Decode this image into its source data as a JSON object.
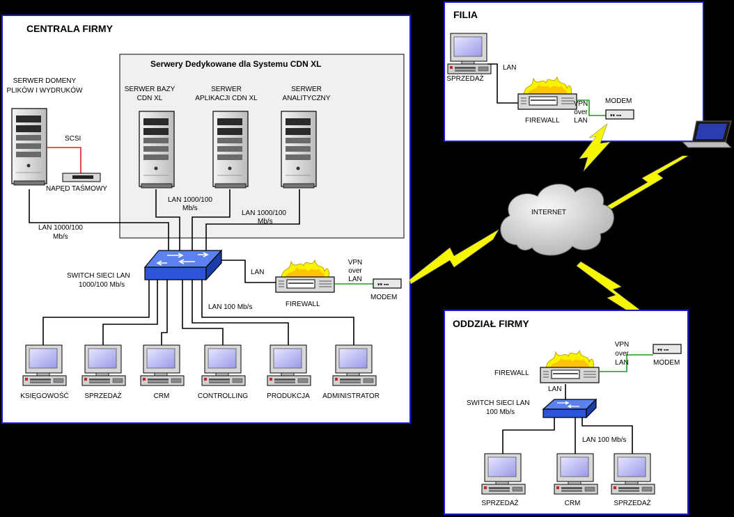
{
  "hq": {
    "title": "CENTRALA FIRMY",
    "dedicated_title": "Serwery Dedykowane dla Systemu  CDN XL",
    "domain_server": [
      "SERWER DOMENY",
      "PLIKÓW I WYDRUKÓW"
    ],
    "db_server": [
      "SERWER BAZY",
      "CDN XL"
    ],
    "app_server": [
      "SERWER",
      "APLIKACJI CDN XL"
    ],
    "analytic_server": [
      "SERWER",
      "ANALITYCZNY"
    ],
    "scsi": "SCSI",
    "tape": "NAPĘD TAŚMOWY",
    "lan_servers_1": [
      "LAN 1000/100",
      "Mb/s"
    ],
    "lan_servers_2": [
      "LAN 1000/100",
      "Mb/s"
    ],
    "lan_domain": [
      "LAN 1000/100",
      "Mb/s"
    ],
    "switch": [
      "SWITCH   SIECI LAN",
      "1000/100 Mb/s"
    ],
    "lan": "LAN",
    "vpn": [
      "VPN",
      "over",
      "LAN"
    ],
    "firewall": "FIREWALL",
    "modem": "MODEM",
    "lan100": "LAN 100 Mb/s",
    "workstations": [
      "KSIĘGOWOŚĆ",
      "SPRZEDAŻ",
      "CRM",
      "CONTROLLING",
      "PRODUKCJA",
      "ADMINISTRATOR"
    ]
  },
  "branch": {
    "title": "FILIA",
    "pc": "SPRZEDAŻ",
    "lan": "LAN",
    "firewall": "FIREWALL",
    "vpn": [
      "VPN",
      "over",
      "LAN"
    ],
    "modem": "MODEM"
  },
  "internet": "INTERNET",
  "division": {
    "title": "ODDZIAŁ FIRMY",
    "firewall": "FIREWALL",
    "vpn": [
      "VPN",
      "over",
      "LAN"
    ],
    "modem": "MODEM",
    "lan": "LAN",
    "switch": [
      "SWITCH   SIECI LAN",
      "100 Mb/s"
    ],
    "lan100": "LAN 100 Mb/s",
    "workstations": [
      "SPRZEDAŻ",
      "CRM",
      "SPRZEDAŻ"
    ]
  },
  "colors": {
    "panel_border": "#1a1ad0",
    "dedicated_bg": "#f0f0f0",
    "switch_blue": "#2a55d8",
    "scsi_wire": "#e02020",
    "vpn_wire": "#1e9a1e",
    "lightning": "#f6f600",
    "screen": "#c8c8ff"
  }
}
